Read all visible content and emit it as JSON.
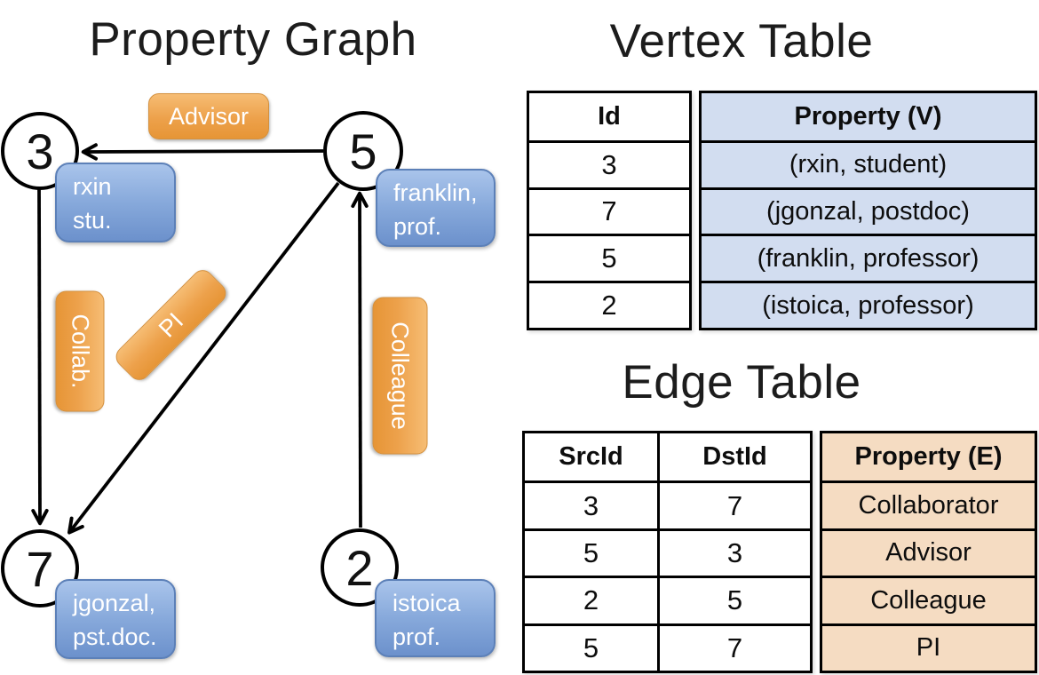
{
  "titles": {
    "property_graph": "Property Graph",
    "vertex_table": "Vertex Table",
    "edge_table": "Edge Table"
  },
  "graph": {
    "vertices": [
      {
        "id": "3",
        "line1": "rxin",
        "line2": "stu."
      },
      {
        "id": "5",
        "line1": "franklin,",
        "line2": "prof."
      },
      {
        "id": "7",
        "line1": "jgonzal,",
        "line2": "pst.doc."
      },
      {
        "id": "2",
        "line1": "istoica",
        "line2": "prof."
      }
    ],
    "edge_labels": {
      "advisor": "Advisor",
      "collab": "Collab.",
      "pi": "PI",
      "colleague": "Colleague"
    }
  },
  "vertex_table": {
    "headers": {
      "id": "Id",
      "property": "Property (V)"
    },
    "rows": [
      {
        "id": "3",
        "property": "(rxin, student)"
      },
      {
        "id": "7",
        "property": "(jgonzal, postdoc)"
      },
      {
        "id": "5",
        "property": "(franklin, professor)"
      },
      {
        "id": "2",
        "property": "(istoica, professor)"
      }
    ]
  },
  "edge_table": {
    "headers": {
      "src": "SrcId",
      "dst": "DstId",
      "property": "Property (E)"
    },
    "rows": [
      {
        "src": "3",
        "dst": "7",
        "property": "Collaborator"
      },
      {
        "src": "5",
        "dst": "3",
        "property": "Advisor"
      },
      {
        "src": "2",
        "dst": "5",
        "property": "Colleague"
      },
      {
        "src": "5",
        "dst": "7",
        "property": "PI"
      }
    ]
  },
  "colors": {
    "edge_label_fill": "#eda14b",
    "vertex_label_fill": "#7d9fd8",
    "vertex_table_fill": "#d2ddf0",
    "edge_table_fill": "#f5dcc2",
    "line_color": "#000000"
  }
}
